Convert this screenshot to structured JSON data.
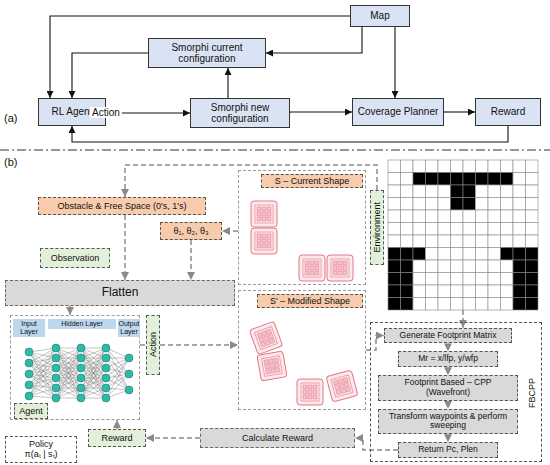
{
  "diagram": {
    "nodes": [
      {
        "text": [
          "RL Agent"
        ]
      },
      {
        "text": [
          "Smorphi current configuration"
        ]
      },
      {
        "text": [
          "Smorphi new configuration"
        ]
      },
      {
        "text": [
          "Map"
        ]
      },
      {
        "text": [
          "Coverage Planner"
        ]
      },
      {
        "text": [
          "Reward"
        ]
      },
      {
        "text": [
          "Obstacle & Free Space (0's, 1's)"
        ]
      },
      {
        "text": [
          "θ₁, θ₂, θ₃"
        ]
      },
      {
        "text": [
          "Observation"
        ]
      },
      {
        "text": [
          "Flatten"
        ]
      },
      {
        "text": [
          "Input Layer",
          "Hidden Layer",
          "Output Layer"
        ]
      },
      {
        "text": [
          "Agent"
        ],
        "in": 10
      },
      {
        "text": [
          "Policy",
          "π(aₜ | sₜ)"
        ]
      },
      {
        "text": [
          "Reward"
        ]
      },
      {
        "text": [
          "Action"
        ]
      },
      {
        "text": [
          "S – Current Shape"
        ]
      },
      {
        "text": [
          "S′ – Modified Shape"
        ]
      },
      {
        "text": [
          "Environment"
        ]
      },
      {
        "text": [
          "FBCPP"
        ]
      },
      {
        "text": [
          "Generate Footprint Matrix"
        ],
        "in": 18
      },
      {
        "text": [
          "Mr = x/lfp, y/wfp"
        ],
        "in": 18
      },
      {
        "text": [
          "Footprint Based – CPP (Wavefront)"
        ],
        "in": 18
      },
      {
        "text": [
          "Transform waypoints & perform sweeping"
        ],
        "in": 18
      },
      {
        "text": [
          "Return Pc, Plen"
        ],
        "in": 18
      },
      {
        "text": [
          "Calculate Reward"
        ]
      }
    ],
    "edges": [
      {
        "from": 0,
        "to": 2,
        "arrow": "to",
        "label": "Action"
      },
      {
        "from": 2,
        "to": 1,
        "arrow": "to"
      },
      {
        "from": 1,
        "to": 0,
        "arrow": "to"
      },
      {
        "from": 3,
        "to": 0,
        "arrow": "to"
      },
      {
        "from": 3,
        "to": 1,
        "arrow": "to"
      },
      {
        "from": 3,
        "to": 4,
        "arrow": "to"
      },
      {
        "from": 2,
        "to": 4,
        "arrow": "to"
      },
      {
        "from": 4,
        "to": 5,
        "arrow": "to"
      },
      {
        "from": 5,
        "to": 0,
        "arrow": "to"
      },
      {
        "from": 17,
        "to": 6,
        "arrow": "to"
      },
      {
        "from": 6,
        "to": 9,
        "arrow": "to"
      },
      {
        "from": 15,
        "to": 7,
        "arrow": "to"
      },
      {
        "from": 7,
        "to": 9,
        "arrow": "to"
      },
      {
        "from": 9,
        "to": 10,
        "arrow": "to"
      },
      {
        "from": 10,
        "to": 14,
        "arrow": "none"
      },
      {
        "from": 14,
        "to": 16,
        "arrow": "to"
      },
      {
        "from": 16,
        "to": 19,
        "arrow": "to"
      },
      {
        "from": 19,
        "to": 20,
        "arrow": "to"
      },
      {
        "from": 20,
        "to": 21,
        "arrow": "to"
      },
      {
        "from": 21,
        "to": 22,
        "arrow": "to"
      },
      {
        "from": 22,
        "to": 23,
        "arrow": "to"
      },
      {
        "from": 23,
        "to": 24,
        "arrow": "to"
      },
      {
        "from": 24,
        "to": 13,
        "arrow": "to"
      },
      {
        "from": 13,
        "to": 10,
        "arrow": "to"
      }
    ],
    "labels": [
      "(a)",
      "(b)"
    ]
  }
}
